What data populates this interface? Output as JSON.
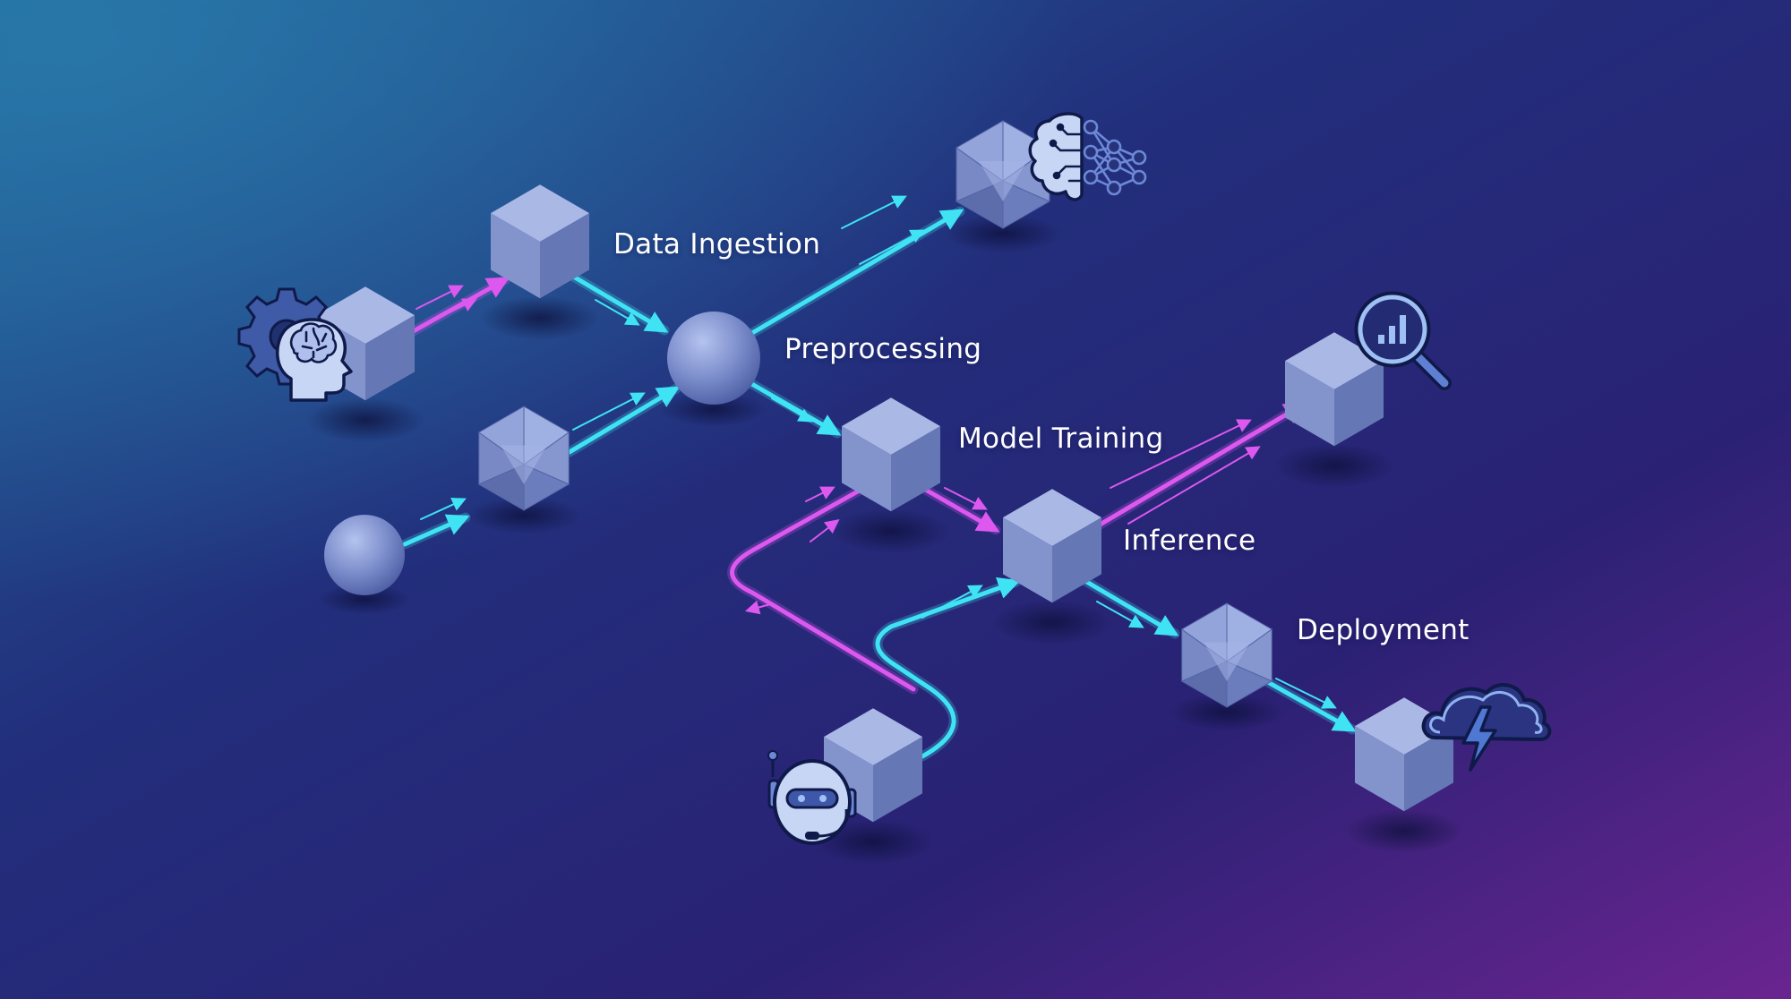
{
  "labels": {
    "data_ingestion": "Data Ingestion",
    "preprocessing": "Preprocessing",
    "model_training": "Model Training",
    "inference": "Inference",
    "deployment": "Deployment"
  },
  "colors": {
    "bg_top_left": "#21679a",
    "bg_mid": "#222a78",
    "bg_bottom_right": "#6a2490",
    "cyan_flow": "#3fe3f4",
    "magenta_flow": "#dc58ef",
    "node_face": "#7d8fc6"
  },
  "icons": [
    "gear-brain-head-icon",
    "brain-network-icon",
    "analytics-magnifier-icon",
    "cloud-lightning-icon",
    "robot-headset-icon"
  ]
}
